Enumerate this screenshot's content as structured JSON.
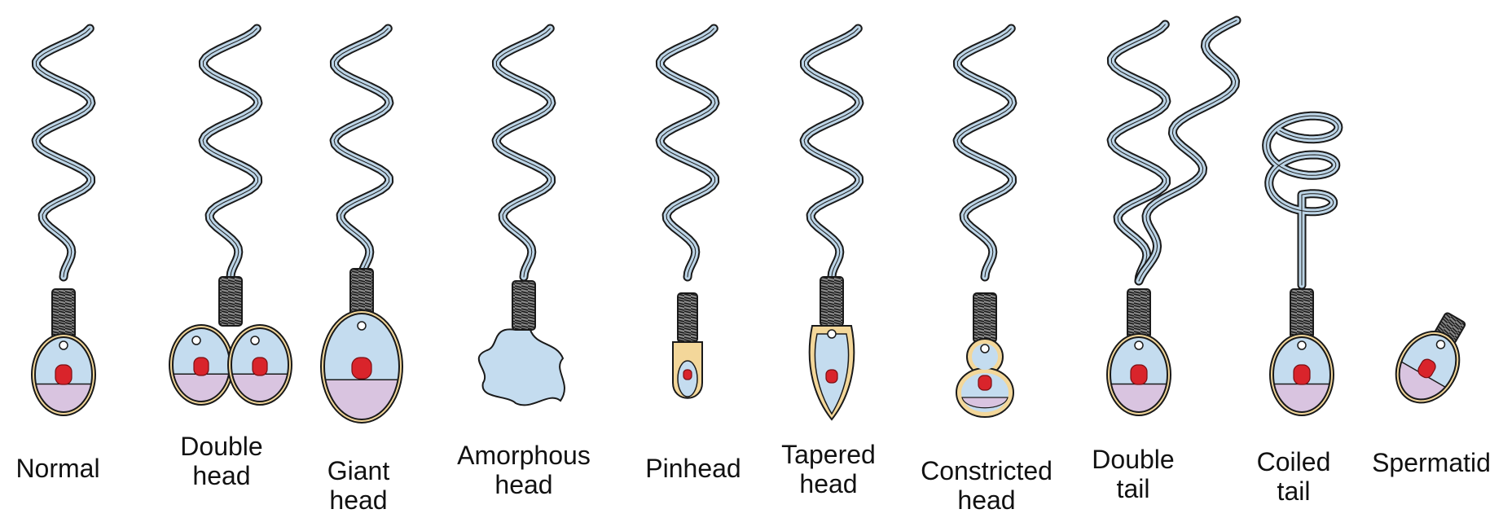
{
  "colors": {
    "outline": "#1a1a1a",
    "tail_fill": "#bcd4e6",
    "head_fill": "#c4dcef",
    "neck_fill": "#f3d79a",
    "acrosome_fill": "#d9c4e0",
    "nucleus_fill": "#d9242b",
    "midpiece_fill": "#5a5a5a"
  },
  "morphologies": [
    {
      "id": "normal",
      "label": "Normal",
      "head_shape": "oval",
      "tail": "single",
      "icon": "normal-sperm-icon"
    },
    {
      "id": "double-head",
      "label": "Double\nhead",
      "head_shape": "double",
      "tail": "single",
      "icon": "double-head-sperm-icon"
    },
    {
      "id": "giant-head",
      "label": "Giant\nhead",
      "head_shape": "giant",
      "tail": "single",
      "icon": "giant-head-sperm-icon"
    },
    {
      "id": "amorphous-head",
      "label": "Amorphous\nhead",
      "head_shape": "amorphous",
      "tail": "single",
      "icon": "amorphous-head-sperm-icon"
    },
    {
      "id": "pinhead",
      "label": "Pinhead",
      "head_shape": "pin",
      "tail": "single",
      "icon": "pinhead-sperm-icon"
    },
    {
      "id": "tapered-head",
      "label": "Tapered\nhead",
      "head_shape": "tapered",
      "tail": "single",
      "icon": "tapered-head-sperm-icon"
    },
    {
      "id": "constricted-head",
      "label": "Constricted\nhead",
      "head_shape": "constricted",
      "tail": "single",
      "icon": "constricted-head-sperm-icon"
    },
    {
      "id": "double-tail",
      "label": "Double\ntail",
      "head_shape": "oval",
      "tail": "double",
      "icon": "double-tail-sperm-icon"
    },
    {
      "id": "coiled-tail",
      "label": "Coiled\ntail",
      "head_shape": "oval",
      "tail": "coiled",
      "icon": "coiled-tail-sperm-icon"
    },
    {
      "id": "spermatid",
      "label": "Spermatid",
      "head_shape": "spermatid",
      "tail": "none",
      "icon": "spermatid-icon"
    }
  ]
}
